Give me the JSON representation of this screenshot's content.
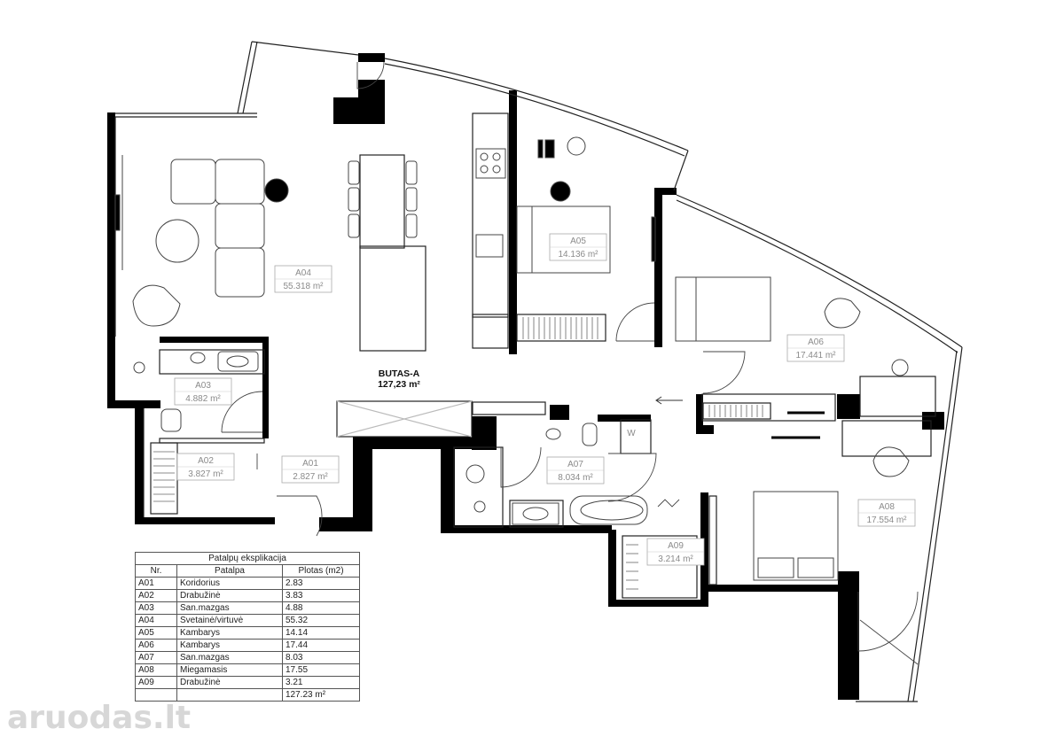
{
  "apartment": {
    "name": "BUTAS-A",
    "area": "127,23 m²"
  },
  "rooms": [
    {
      "id": "A04",
      "area": "55.318 m²"
    },
    {
      "id": "A05",
      "area": "14.136 m²"
    },
    {
      "id": "A06",
      "area": "17.441 m²"
    },
    {
      "id": "A03",
      "area": "4.882 m²"
    },
    {
      "id": "A02",
      "area": "3.827 m²"
    },
    {
      "id": "A01",
      "area": "2.827 m²"
    },
    {
      "id": "A07",
      "area": "8.034 m²"
    },
    {
      "id": "A08",
      "area": "17.554 m²"
    },
    {
      "id": "A09",
      "area": "3.214 m²"
    }
  ],
  "appliance_w": "W",
  "legend": {
    "title": "Patalpų eksplikacija",
    "headers": [
      "Nr.",
      "Patalpa",
      "Plotas (m2)"
    ],
    "rows": [
      [
        "A01",
        "Koridorius",
        "2.83"
      ],
      [
        "A02",
        "Drabužinė",
        "3.83"
      ],
      [
        "A03",
        "San.mazgas",
        "4.88"
      ],
      [
        "A04",
        "Svetainė/virtuvė",
        "55.32"
      ],
      [
        "A05",
        "Kambarys",
        "14.14"
      ],
      [
        "A06",
        "Kambarys",
        "17.44"
      ],
      [
        "A07",
        "San.mazgas",
        "8.03"
      ],
      [
        "A08",
        "Miegamasis",
        "17.55"
      ],
      [
        "A09",
        "Drabužinė",
        "3.21"
      ]
    ],
    "total": "127.23 m²"
  },
  "watermark": {
    "brand": "aruodas",
    "tld": ".lt"
  }
}
